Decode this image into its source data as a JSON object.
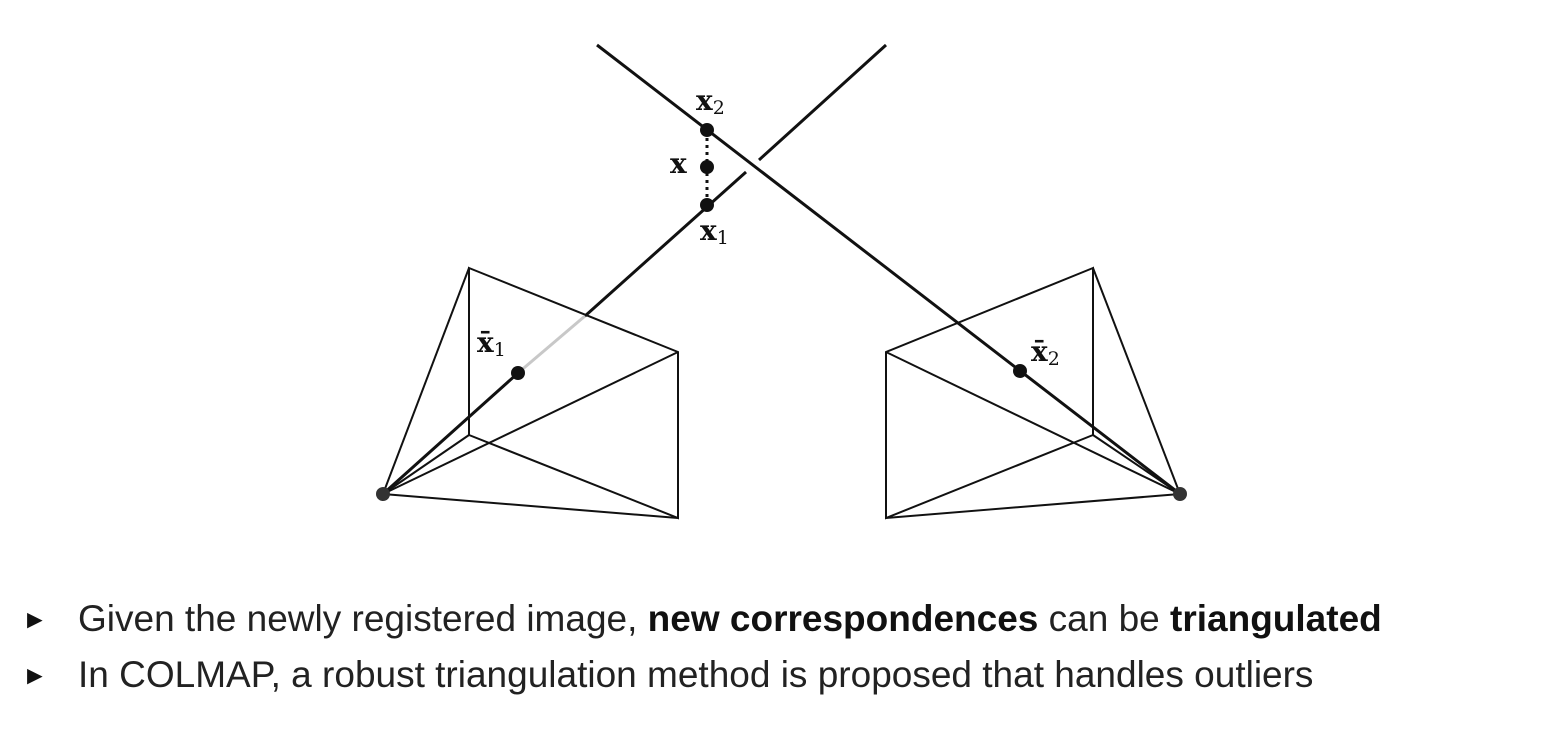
{
  "diagram": {
    "labels": {
      "x2": "x",
      "x2_sub": "2",
      "x": "x",
      "x1": "x",
      "x1_sub": "1",
      "xbar1": "x̄",
      "xbar1_sub": "1",
      "xbar2": "x̄",
      "xbar2_sub": "2"
    }
  },
  "bullets": {
    "marker": "►",
    "b1": {
      "t1": "Given the newly registered image, ",
      "t2": "new correspondences",
      "t3": " can be ",
      "t4": "triangulated"
    },
    "b2": {
      "t1": "In COLMAP, a robust triangulation method is proposed that handles outliers"
    }
  }
}
